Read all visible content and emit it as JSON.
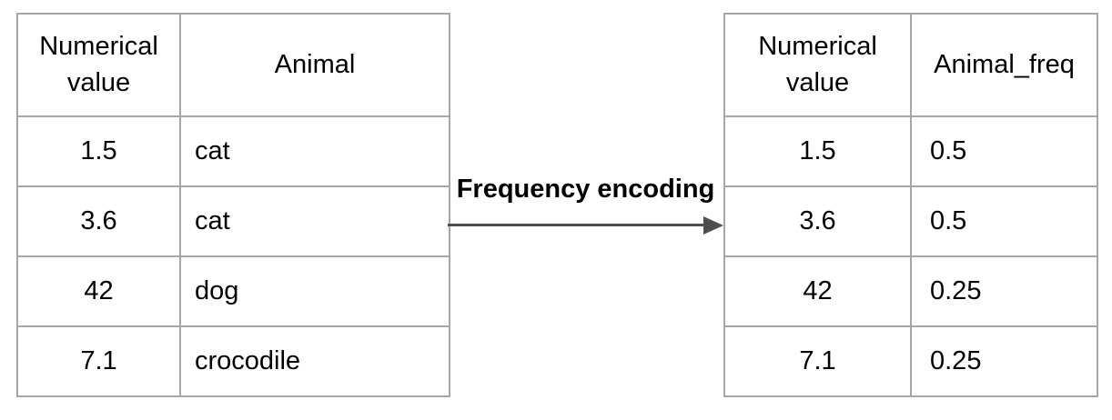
{
  "canvas": {
    "background": "#ffffff",
    "table_border_color": "#a6a6a6",
    "text_color": "#000000",
    "arrow_color": "#4d4d4d"
  },
  "arrow": {
    "label": "Frequency encoding"
  },
  "left_table": {
    "headers": [
      "Numerical value",
      "Animal"
    ],
    "rows": [
      [
        "1.5",
        "cat"
      ],
      [
        "3.6",
        "cat"
      ],
      [
        "42",
        "dog"
      ],
      [
        "7.1",
        "crocodile"
      ]
    ]
  },
  "right_table": {
    "headers": [
      "Numerical value",
      "Animal_freq"
    ],
    "rows": [
      [
        "1.5",
        "0.5"
      ],
      [
        "3.6",
        "0.5"
      ],
      [
        "42",
        "0.25"
      ],
      [
        "7.1",
        "0.25"
      ]
    ]
  }
}
